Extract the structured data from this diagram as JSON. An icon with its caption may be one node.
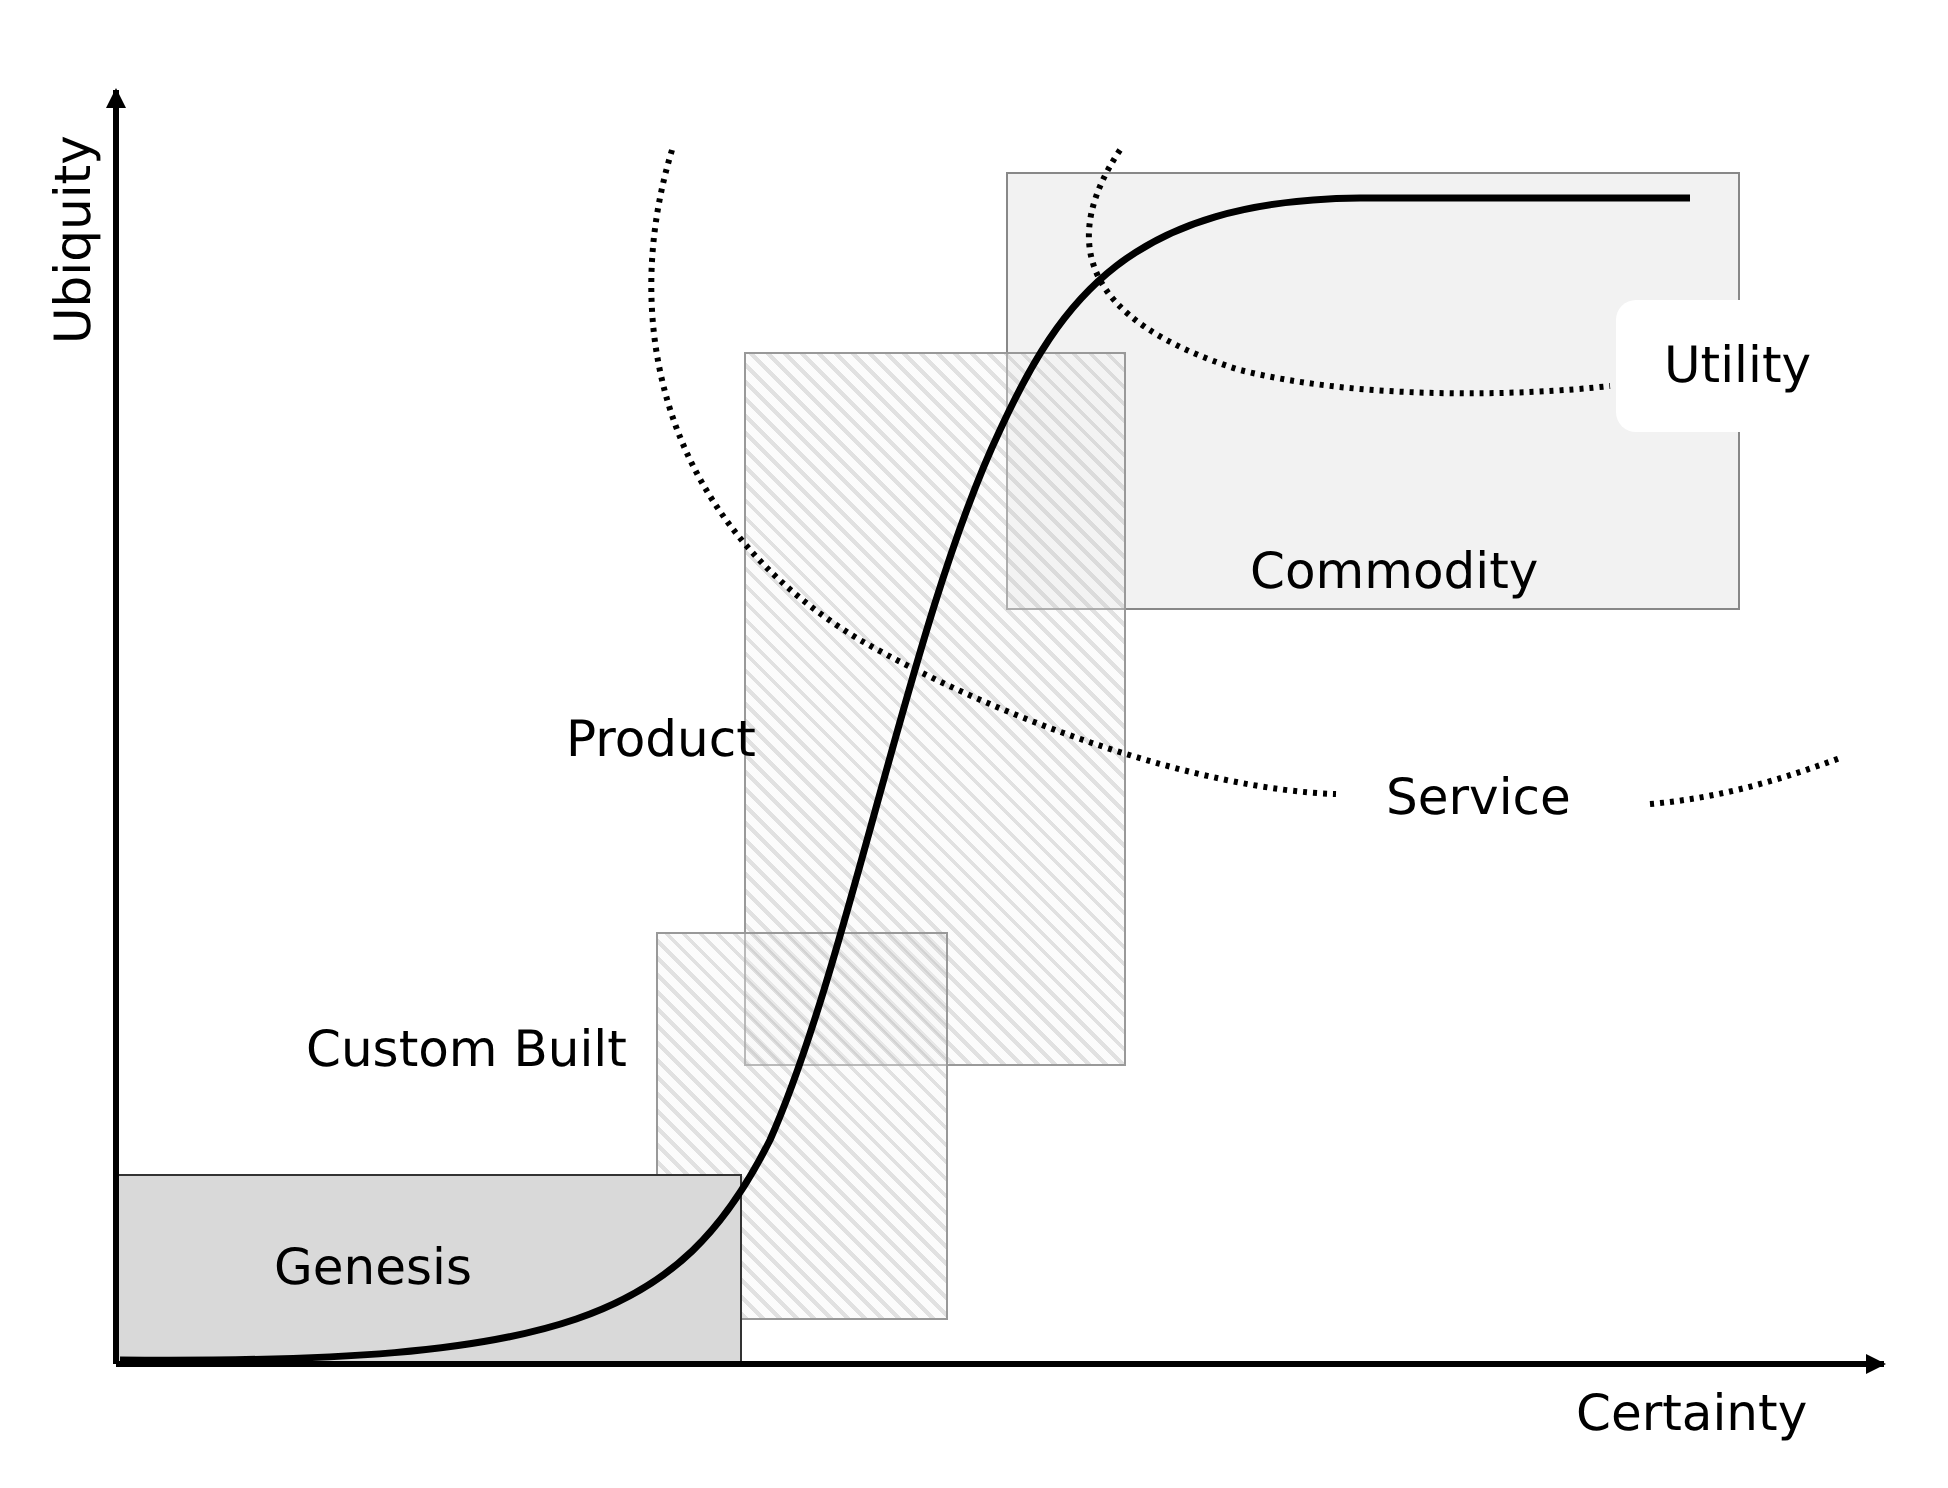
{
  "diagram": {
    "nodes": [
      {
        "text": [
          "Commodity"
        ]
      },
      {
        "text": [
          "Product"
        ]
      },
      {
        "text": [
          "Custom Built"
        ]
      },
      {
        "text": [
          "Genesis"
        ]
      }
    ],
    "labels": [
      "Ubiquity",
      "Utility",
      "Service",
      "Certainty"
    ]
  }
}
